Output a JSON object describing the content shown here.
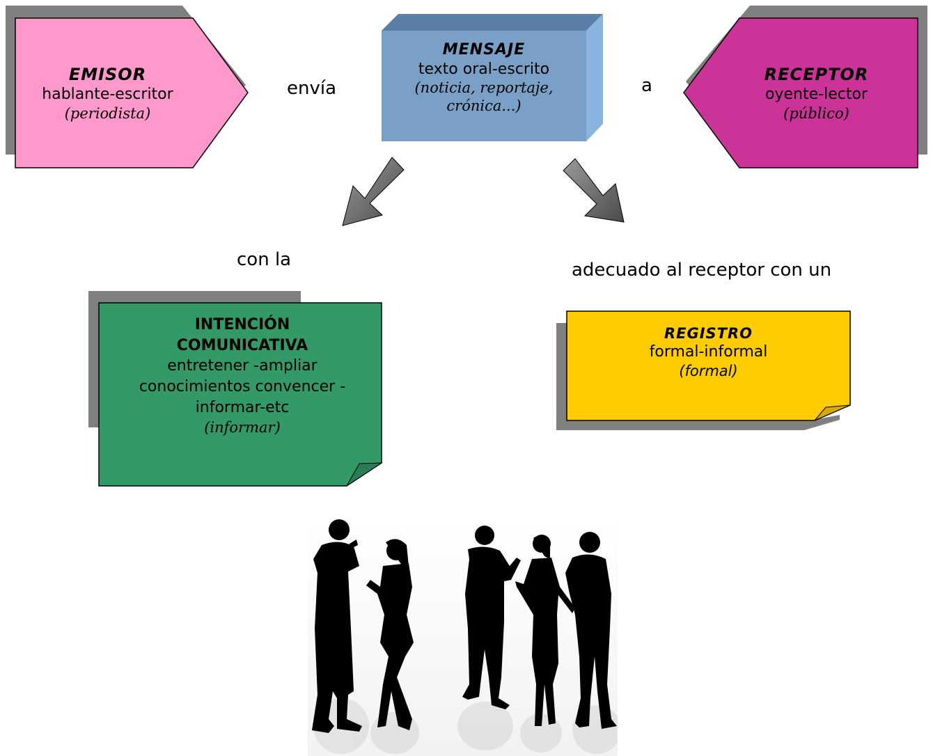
{
  "emisor": {
    "title": "EMISOR",
    "subtitle": "hablante-escritor",
    "example": "(periodista)"
  },
  "mensaje": {
    "title": "MENSAJE",
    "subtitle": "texto oral-escrito",
    "example_line1": "(noticia, reportaje,",
    "example_line2": "crónica...)"
  },
  "receptor": {
    "title": "RECEPTOR",
    "subtitle": "oyente-lector",
    "example": "(público)"
  },
  "connectors": {
    "envia": "envía",
    "a": "a",
    "con_la": "con la",
    "adecuado": "adecuado al receptor con un"
  },
  "intencion": {
    "title_line1": "INTENCIÓN",
    "title_line2": "COMUNICATIVA",
    "line1": "entretener -ampliar",
    "line2": "conocimientos convencer -",
    "line3": "informar-etc",
    "example": "(informar)"
  },
  "registro": {
    "title": "REGISTRO",
    "subtitle": "formal-informal",
    "example": "(formal)"
  },
  "colors": {
    "emisor": "#FF99CC",
    "mensaje": "#7BA0C8",
    "receptor": "#CC3399",
    "intencion": "#339966",
    "registro": "#FFCC00",
    "shadow": "#808080",
    "arrow": "#666666"
  },
  "image": {
    "icon": "people-silhouettes-icon"
  }
}
